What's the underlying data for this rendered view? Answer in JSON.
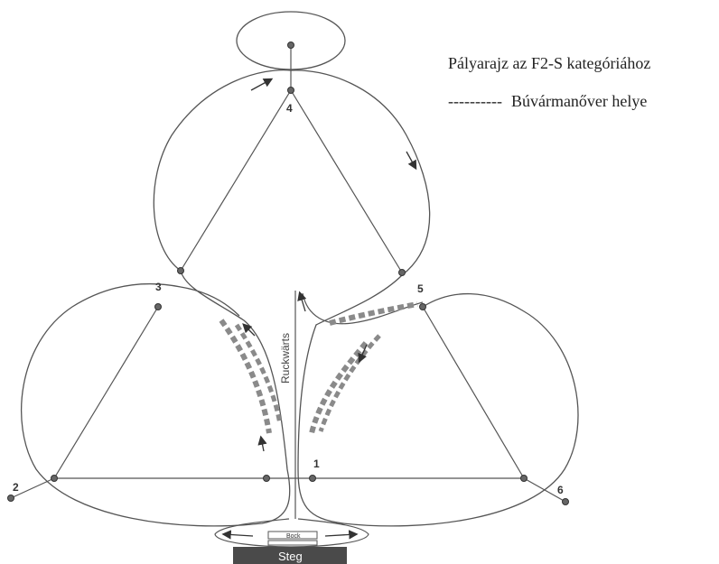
{
  "legend": {
    "title": "Pályarajz az F2-S kategóriához",
    "dive_dashes": "----------",
    "dive_label": "Búvármanőver helye"
  },
  "buoys": {
    "b1": "1",
    "b2": "2",
    "b3": "3",
    "b4": "4",
    "b5": "5",
    "b6": "6"
  },
  "labels": {
    "rueckwaerts": "Ruckwärts",
    "bock": "Bock",
    "steg": "Steg"
  },
  "colors": {
    "line": "#555555",
    "dive": "#8a8a8a",
    "steg": "#4a4a4a"
  }
}
